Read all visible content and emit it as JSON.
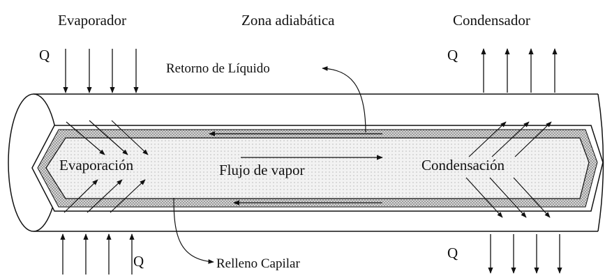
{
  "labels": {
    "evaporator": "Evaporador",
    "adiabatic": "Zona adiabática",
    "condenser": "Condensador",
    "q_top_left": "Q",
    "q_top_right": "Q",
    "q_bottom_left": "Q",
    "q_bottom_right": "Q",
    "liquid_return": "Retorno de Líquido",
    "capillary_fill": "Relleno Capilar",
    "evaporation": "Evaporación",
    "vapor_flow": "Flujo de vapor",
    "condensation": "Condensación"
  },
  "colors": {
    "stroke": "#111111",
    "wick_fill": "#c9c9c9",
    "core_fill": "#eeeeee",
    "background": "#ffffff"
  }
}
